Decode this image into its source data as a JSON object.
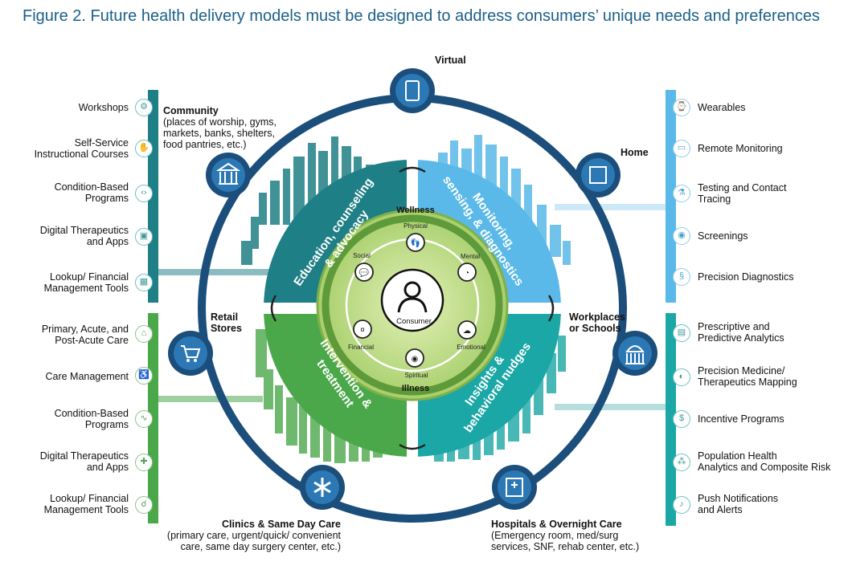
{
  "title": "Figure 2. Future health delivery models must be designed to address consumers’ unique needs and preferences",
  "colors": {
    "navy": "#1b4e7b",
    "teal_dark": "#1f7f86",
    "light_blue": "#5ab9e8",
    "green": "#4aa84a",
    "teal": "#1ba7a6",
    "lime": "#9cc85c"
  },
  "outer": {
    "virtual": "Virtual",
    "home": "Home",
    "workplaces": "Workplaces\nor Schools",
    "retail": "Retail\nStores",
    "community_title": "Community",
    "community_sub": "(places of worship, gyms,\nmarkets, banks, shelters,\nfood pantries, etc.)",
    "clinics_title": "Clinics & Same Day Care",
    "clinics_sub": "(primary care, urgent/quick/ convenient\ncare, same day surgery center, etc.)",
    "hospitals_title": "Hospitals & Overnight Care",
    "hospitals_sub": "(Emergency room, med/surg\nservices, SNF, rehab center, etc.)"
  },
  "quadrants": {
    "education": "Education, counseling\n& advocacy",
    "monitoring": "Monitoring,\nsensing, & diagnostics",
    "intervention": "Intervention &\ntreatment",
    "insights": "Insights &\nbehavioral nudges"
  },
  "inner": {
    "wellness": "Wellness",
    "illness": "Illness",
    "consumer": "Consumer",
    "physical": "Physical",
    "mental": "Mental",
    "emotional": "Emotional",
    "spiritual": "Spiritual",
    "financial": "Financial",
    "social": "Social"
  },
  "left_top_list": [
    {
      "label": "Workshops",
      "icon": "gears-icon"
    },
    {
      "label": "Self-Service\nInstructional Courses",
      "icon": "hand-icon"
    },
    {
      "label": "Condition-Based\nPrograms",
      "icon": "code-icon"
    },
    {
      "label": "Digital Therapeutics\nand Apps",
      "icon": "chip-icon"
    },
    {
      "label": "Lookup/ Financial\nManagement Tools",
      "icon": "calculator-icon"
    }
  ],
  "left_bottom_list": [
    {
      "label": "Primary, Acute, and\nPost-Acute Care",
      "icon": "clinic-icon"
    },
    {
      "label": "Care Management",
      "icon": "wheelchair-icon"
    },
    {
      "label": "Condition-Based\nPrograms",
      "icon": "pulse-icon"
    },
    {
      "label": "Digital Therapeutics\nand Apps",
      "icon": "medkit-icon"
    },
    {
      "label": "Lookup/ Financial\nManagement Tools",
      "icon": "stethoscope-icon"
    }
  ],
  "right_top_list": [
    {
      "label": "Wearables",
      "icon": "watch-icon"
    },
    {
      "label": "Remote Monitoring",
      "icon": "monitor-icon"
    },
    {
      "label": "Testing and Contact\nTracing",
      "icon": "test-tube-icon"
    },
    {
      "label": "Screenings",
      "icon": "eye-icon"
    },
    {
      "label": "Precision Diagnostics",
      "icon": "dna-icon"
    }
  ],
  "right_bottom_list": [
    {
      "label": "Prescriptive and\nPredictive Analytics",
      "icon": "chart-icon"
    },
    {
      "label": "Precision Medicine/\nTherapeutics Mapping",
      "icon": "pill-icon"
    },
    {
      "label": "Incentive Programs",
      "icon": "money-icon"
    },
    {
      "label": "Population Health\nAnalytics and Composite Risk",
      "icon": "population-icon"
    },
    {
      "label": "Push Notifications\nand Alerts",
      "icon": "bell-icon"
    }
  ]
}
